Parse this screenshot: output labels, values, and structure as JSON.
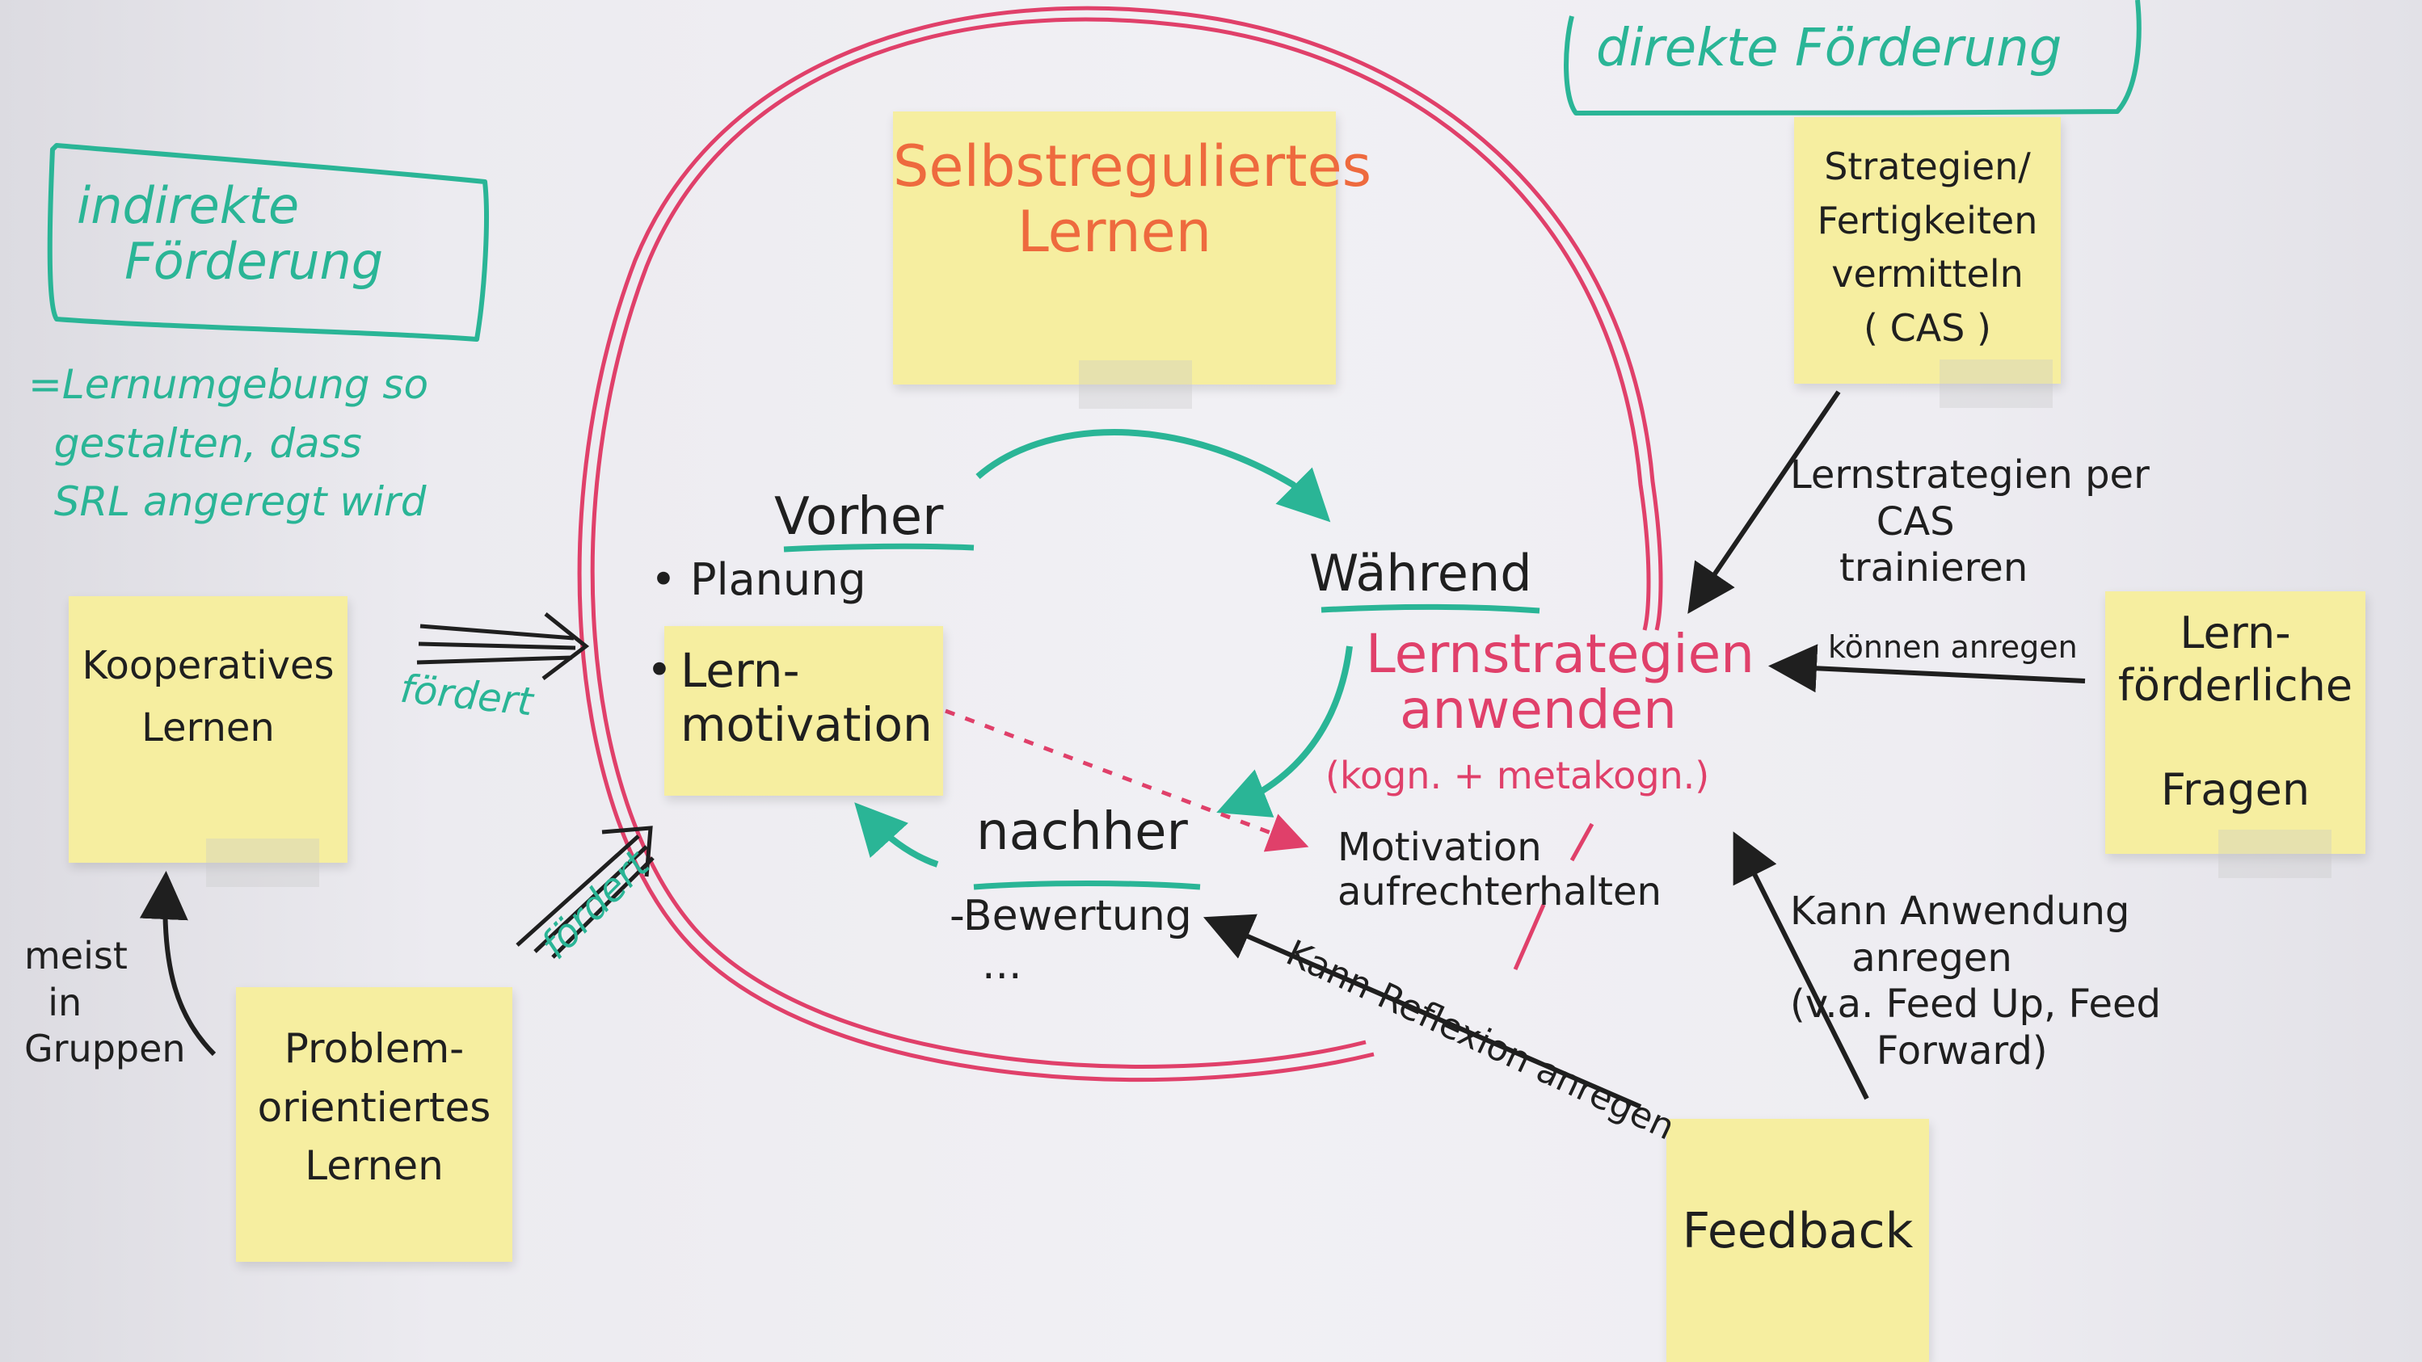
{
  "colors": {
    "teal": "#2ab596",
    "red": "#e0406a",
    "orange": "#ee6a3e",
    "black": "#1f1f1f",
    "note_yellow": "#f6eea0"
  },
  "headings": {
    "indirekte": "indirekte\n   Förderung",
    "direkte": "direkte Förderung"
  },
  "indirekte_desc": "=Lernumgebung so\n  gestalten, dass\n  SRL angeregt wird",
  "notes": {
    "srl": "Selbstreguliertes\nLernen",
    "strategien": "Strategien/\nFertigkeiten\nvermitteln\n( CAS )",
    "kooperativ": "Kooperatives\nLernen",
    "problem": "Problem-\norientiertes\nLernen",
    "motivation": "Lern-\nmotivation",
    "fragen": "Lern-\nförderliche\n\nFragen",
    "feedback": "Feedback"
  },
  "cycle": {
    "vorher": "Vorher",
    "planung": "• Planung",
    "bullet": "•",
    "waehrend": "Während",
    "lernstrategien": "Lernstrategien\n  anwenden",
    "kogn": "(kogn. + metakogn.)",
    "nachher": "nachher",
    "bewertung": "-Bewertung",
    "dots": "...",
    "motivation_halten": "Motivation\naufrechterhalten"
  },
  "labels": {
    "foerdert1": "fördert",
    "foerdert2": "fördert",
    "meist": "meist\n  in\nGruppen",
    "cas_train": "Lernstrategien per\n       CAS\n    trainieren",
    "koennen": "können anregen",
    "anwendung": "Kann Anwendung\n     anregen\n(v.a. Feed Up, Feed\n       Forward)",
    "reflexion": "Kann Reflexion anregen"
  }
}
